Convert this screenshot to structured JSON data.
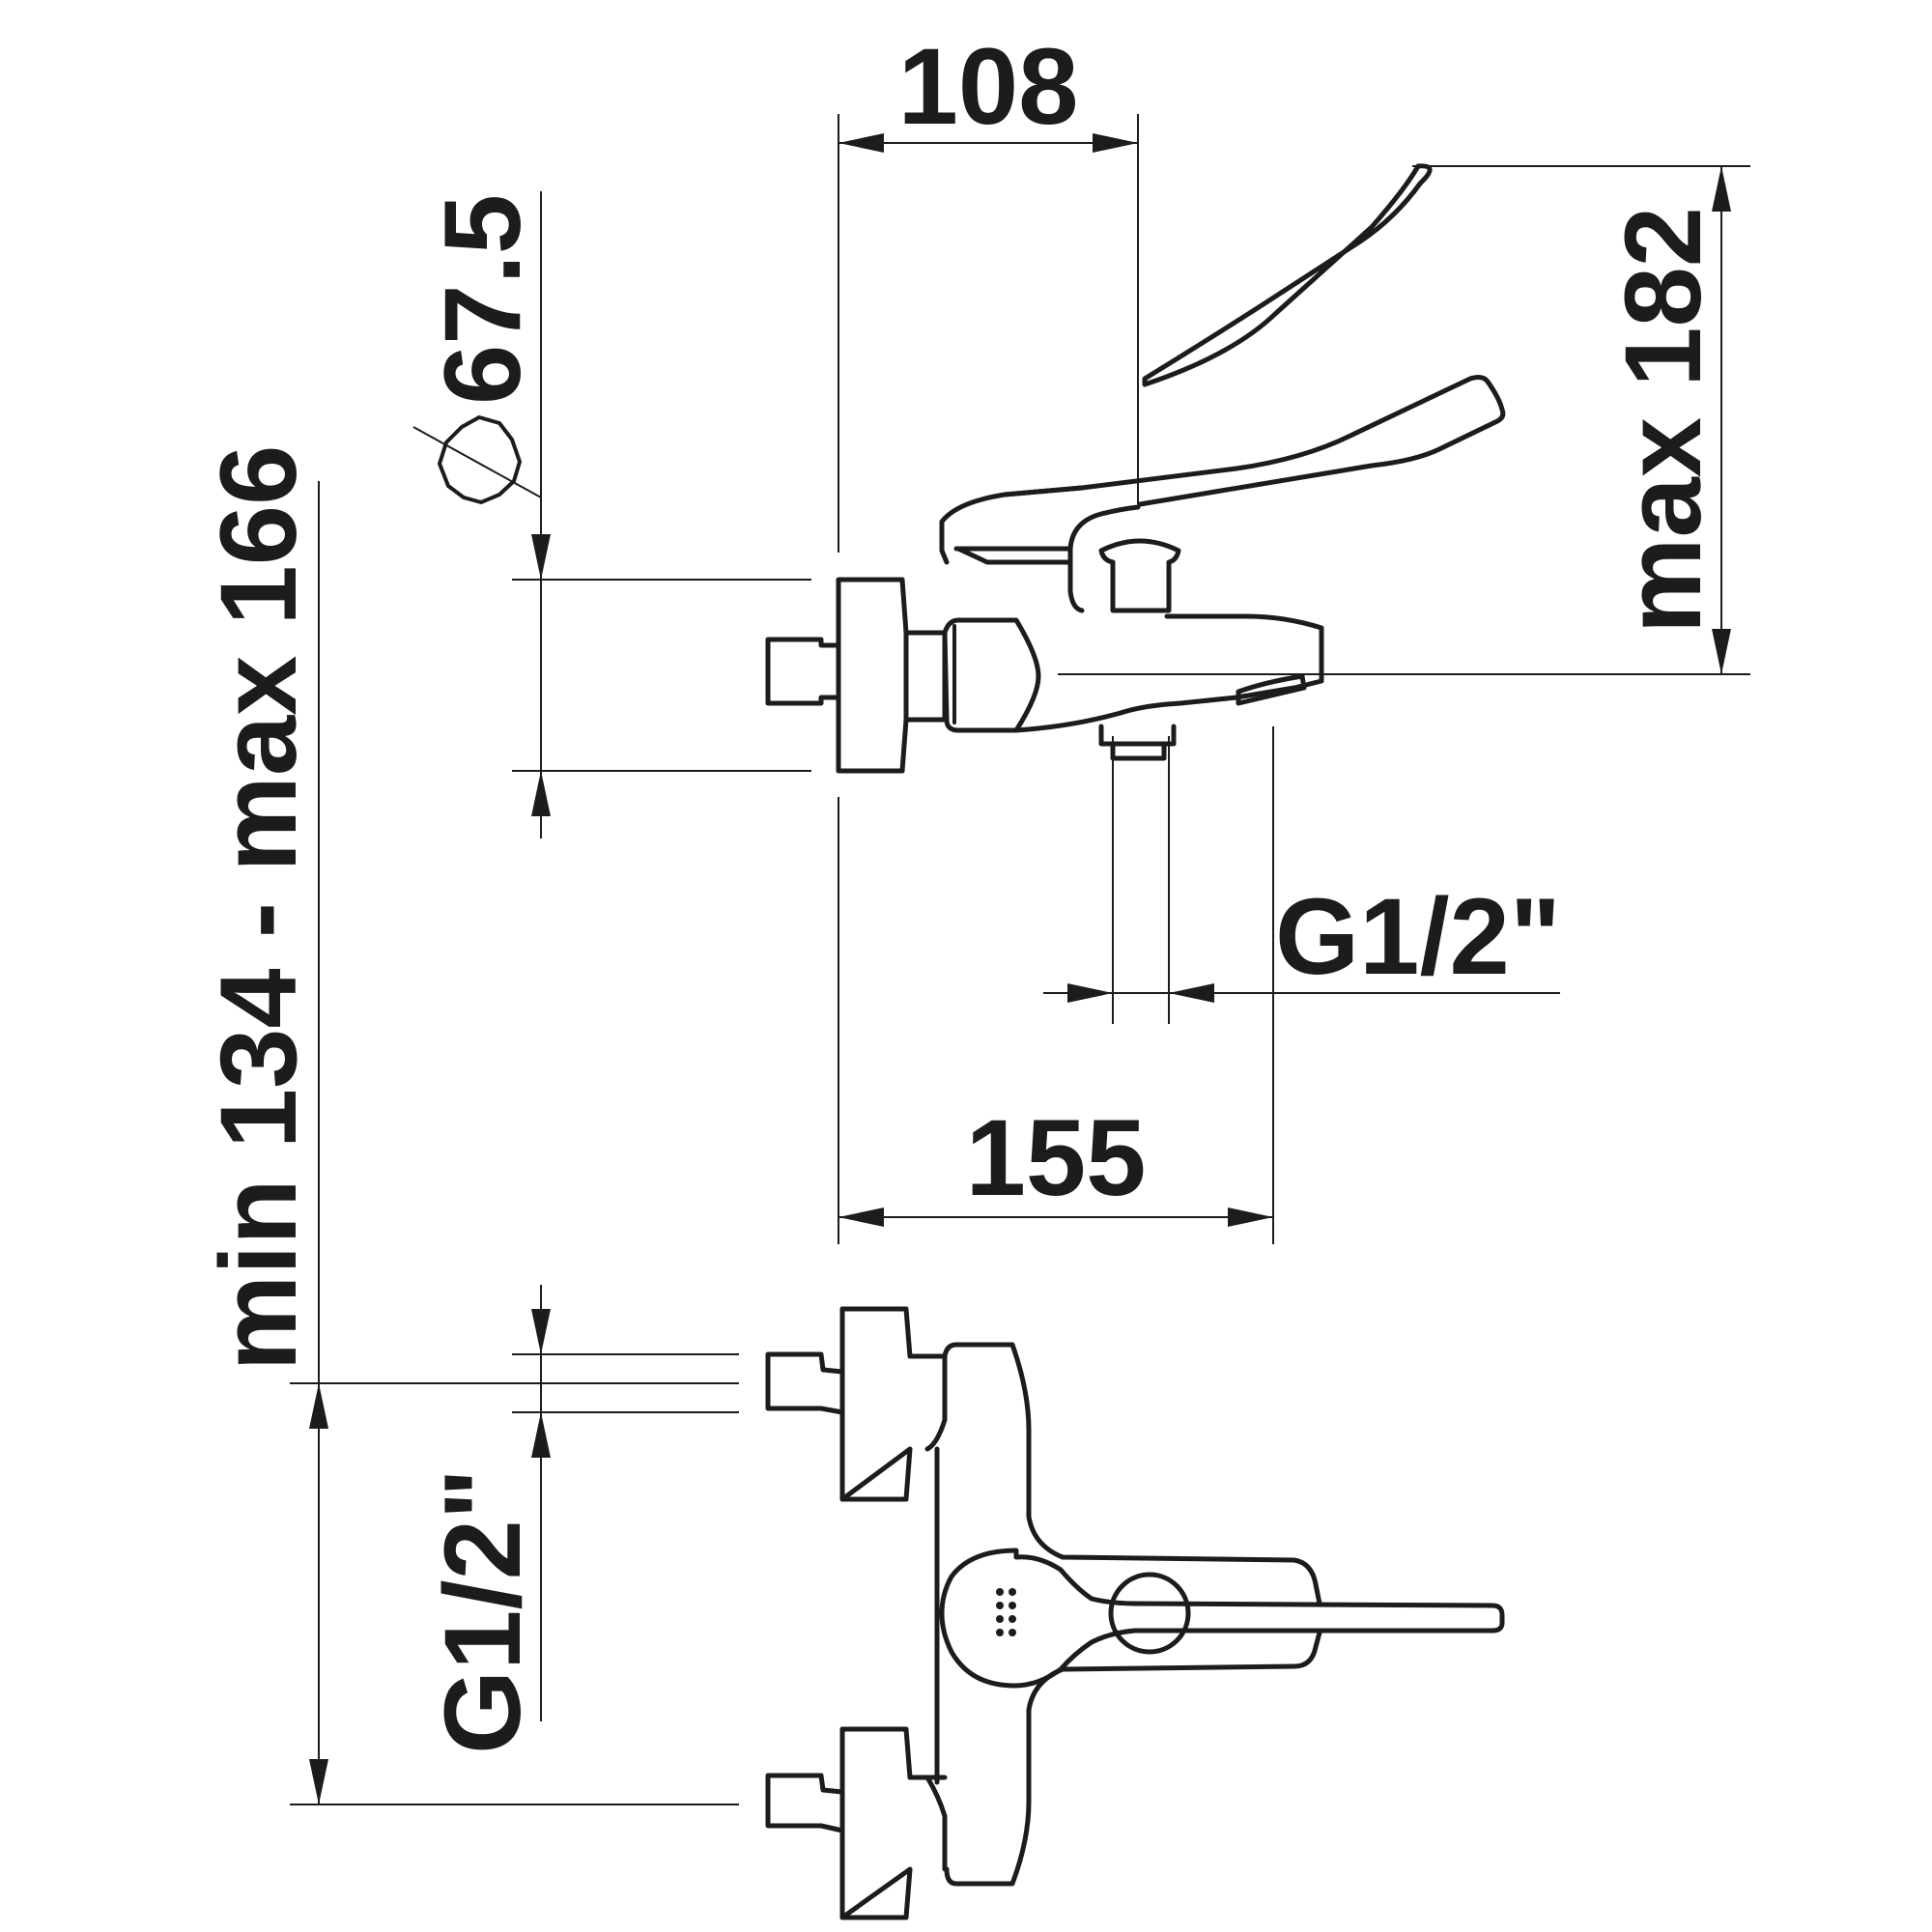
{
  "dimensions": {
    "d108": "108",
    "d155": "155",
    "d182": "max 182",
    "d67": "67.5",
    "dRange": "min 134 - max 166",
    "g1": "G1/2\"",
    "g2": "G1/2\""
  }
}
